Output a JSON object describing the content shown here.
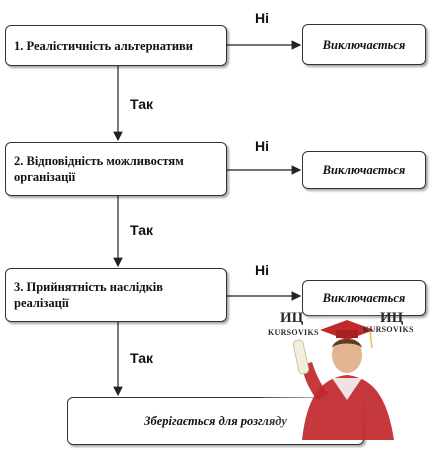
{
  "steps": [
    {
      "text": "1. Реалістичність альтернативи"
    },
    {
      "text": "2. Відповідність можливостям організації"
    },
    {
      "text": "3. Прийнятність наслідків реалізації"
    }
  ],
  "excluded_label": "Виключається",
  "no_label": "Ні",
  "yes_label": "Так",
  "final_text": "Зберігається для розгляду",
  "watermark": {
    "mark": "ИЦ",
    "brand": "KURSOVIKS"
  },
  "colors": {
    "border": "#333333",
    "arrow": "#222222",
    "gown": "#c0282b"
  }
}
